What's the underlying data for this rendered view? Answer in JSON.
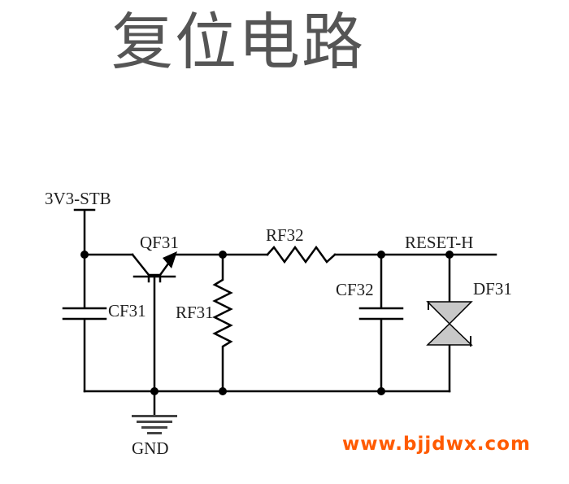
{
  "title": "复位电路",
  "labels": {
    "vcc": "3V3-STB",
    "transistor": "QF31",
    "resistor_series": "RF32",
    "output_net": "RESET-H",
    "cap_left": "CF31",
    "resistor_shunt": "RF31",
    "cap_right": "CF32",
    "diode": "DF31",
    "ground": "GND"
  },
  "watermark": "www.bjjdwx.com",
  "colors": {
    "wire": "#000000",
    "diode_fill": "#c8c8c8",
    "title": "#555555",
    "watermark": "#ff5a00"
  }
}
